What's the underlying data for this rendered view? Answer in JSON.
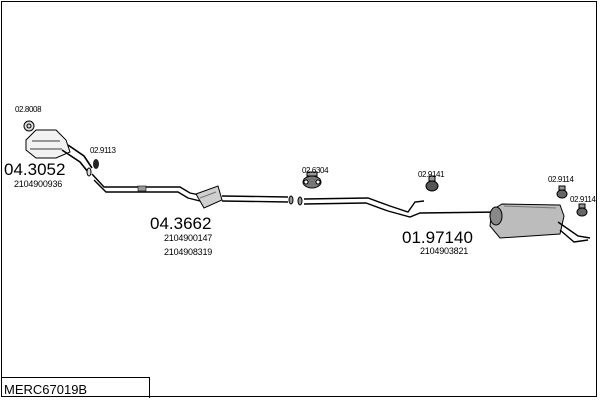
{
  "title": "MERC67019B",
  "parts": {
    "front": {
      "ref": "04.3052",
      "numbers": [
        "2104900936"
      ]
    },
    "middle": {
      "ref": "04.3662",
      "numbers": [
        "2104900147",
        "2104908319"
      ]
    },
    "rear": {
      "ref": "01.97140",
      "numbers": [
        "2104903821"
      ]
    }
  },
  "fittings": {
    "f1": "02.8008",
    "f2": "02.9113",
    "f3": "02.6304",
    "f4": "02.9141",
    "f5": "02.9114",
    "f6": "02.9114"
  }
}
